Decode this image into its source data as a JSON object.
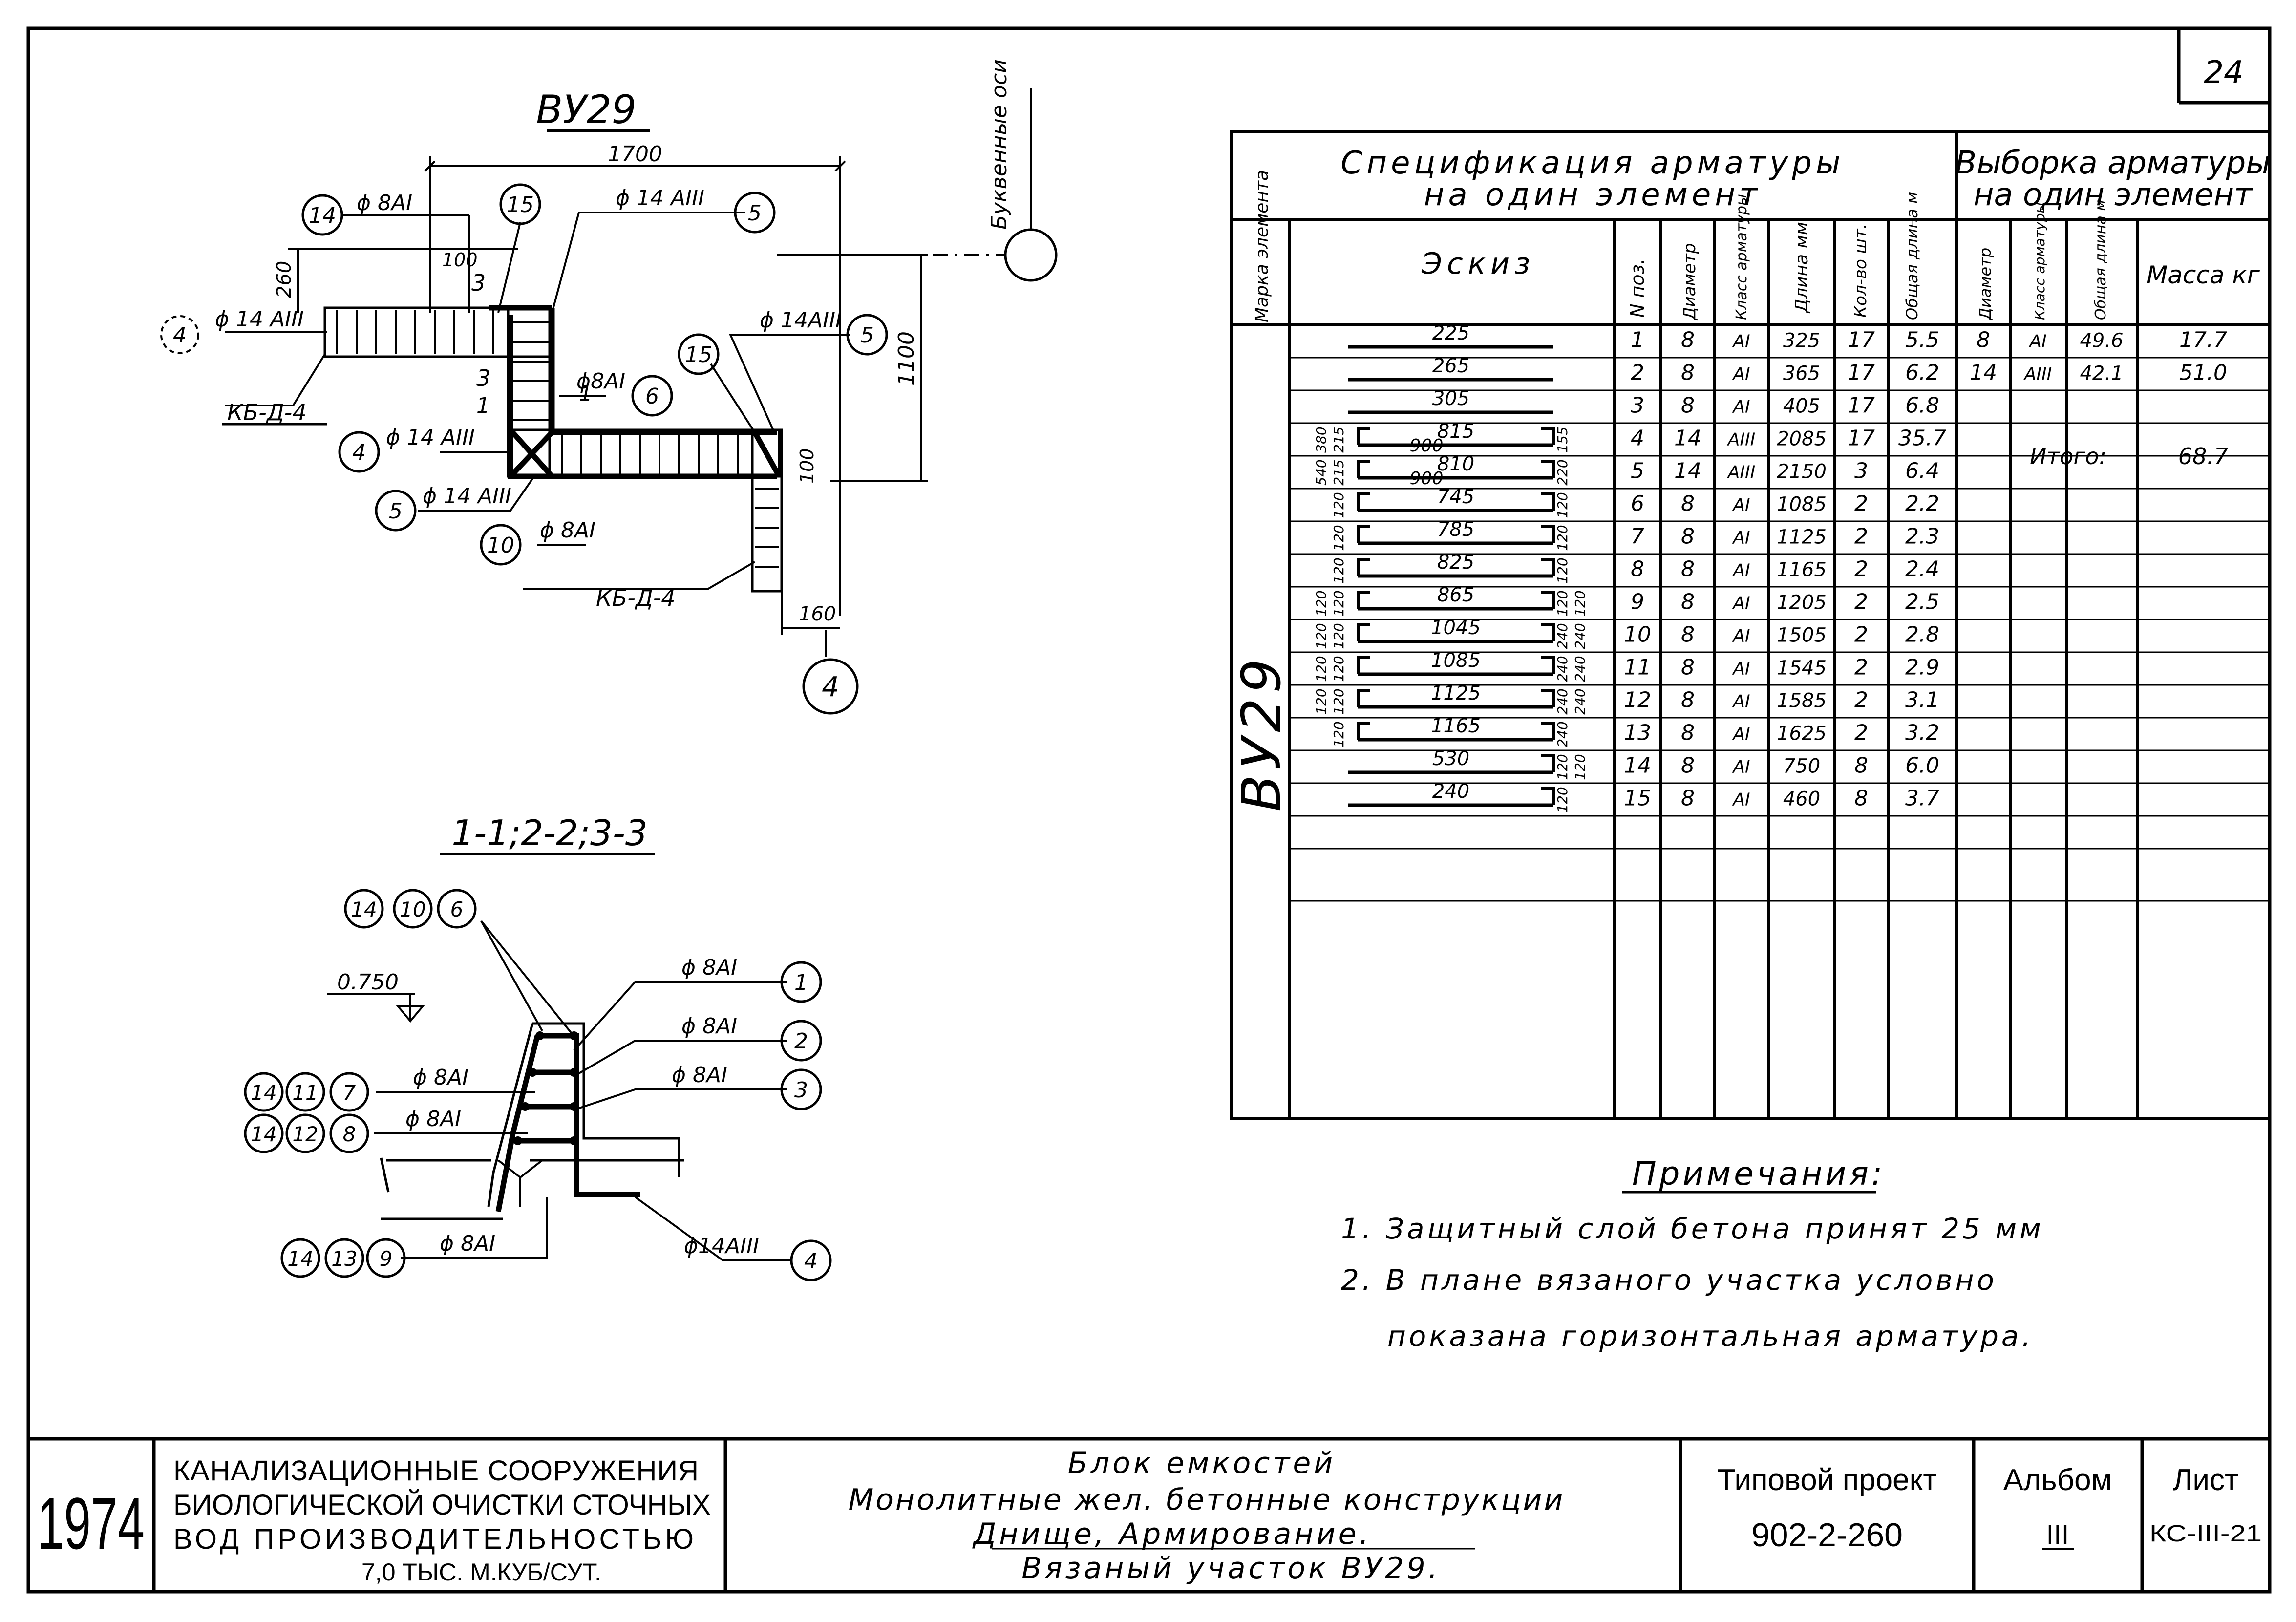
{
  "sheet_number": "24",
  "drawing": {
    "plan": {
      "title": "ВУ29",
      "axis_label": "Буквенные оси",
      "dims": {
        "width": "1700",
        "height": "1100",
        "d260": "260",
        "d100": "100",
        "d100b": "100",
        "d160": "160",
        "d3a": "3",
        "d3b": "3",
        "d1a": "1",
        "d1b": "1"
      },
      "callouts": [
        {
          "n": "14",
          "text": "ϕ 8AI"
        },
        {
          "n": "15",
          "text": ""
        },
        {
          "n": "5",
          "text": "ϕ 14 AIII"
        },
        {
          "n": "4",
          "text": "ϕ 14 AIII"
        },
        {
          "n": "6",
          "text": "ϕ8AI"
        },
        {
          "n": "15",
          "text": ""
        },
        {
          "n": "5",
          "text": "ϕ 14AIII"
        },
        {
          "n": "4",
          "text": "ϕ 14 AIII"
        },
        {
          "n": "5",
          "text": "ϕ 14 AIII"
        },
        {
          "n": "10",
          "text": "ϕ 8AI"
        },
        {
          "n": "4",
          "text": ""
        }
      ],
      "labels": [
        "КБ-Д-4",
        "КБ-Д-4"
      ]
    },
    "section": {
      "title": "1-1;2-2;3-3",
      "level": "0.750",
      "callouts": [
        {
          "n": "1",
          "text": "ϕ 8AI"
        },
        {
          "n": "2",
          "text": "ϕ 8AI"
        },
        {
          "n": "3",
          "text": "ϕ 8AI"
        },
        {
          "n": "4",
          "text": "ϕ14AIII"
        }
      ],
      "groups": [
        {
          "circles": [
            "14",
            "10",
            "6"
          ],
          "text": ""
        },
        {
          "circles": [
            "14",
            "11",
            "7"
          ],
          "text": "ϕ 8AI"
        },
        {
          "circles": [
            "14",
            "12",
            "8"
          ],
          "text": "ϕ 8AI"
        },
        {
          "circles": [
            "14",
            "13",
            "9"
          ],
          "text": "ϕ 8AI"
        }
      ]
    }
  },
  "spec_table": {
    "title_left": [
      "Спецификация арматуры",
      "на один элемент"
    ],
    "title_right": [
      "Выборка арматуры",
      "на один элемент"
    ],
    "headers": {
      "mark": "Марка элемента",
      "sketch": "Эскиз",
      "pos": "N поз.",
      "diam": "Диаметр",
      "class": "Класс арматуры",
      "length": "Длина мм",
      "qty": "Кол-во шт.",
      "total": "Общая длина м",
      "s_diam": "Диаметр",
      "s_class": "Класс арматуры",
      "s_total": "Общая длина м",
      "s_mass": "Масса кг"
    },
    "element_mark": "ВУ29",
    "rows": [
      {
        "sketch": {
          "main": "225",
          "left": [],
          "right": []
        },
        "pos": "1",
        "diam": "8",
        "cls": "AI",
        "len": "325",
        "qty": "17",
        "total": "5.5"
      },
      {
        "sketch": {
          "main": "265",
          "left": [],
          "right": []
        },
        "pos": "2",
        "diam": "8",
        "cls": "AI",
        "len": "365",
        "qty": "17",
        "total": "6.2"
      },
      {
        "sketch": {
          "main": "305",
          "left": [],
          "right": []
        },
        "pos": "3",
        "diam": "8",
        "cls": "AI",
        "len": "405",
        "qty": "17",
        "total": "6.8"
      },
      {
        "sketch": {
          "main": "815",
          "sub": "900",
          "left": [
            "215",
            "380"
          ],
          "right": [
            "155"
          ]
        },
        "pos": "4",
        "diam": "14",
        "cls": "AIII",
        "len": "2085",
        "qty": "17",
        "total": "35.7"
      },
      {
        "sketch": {
          "main": "810",
          "sub": "900",
          "left": [
            "215",
            "540"
          ],
          "right": [
            "220"
          ]
        },
        "pos": "5",
        "diam": "14",
        "cls": "AIII",
        "len": "2150",
        "qty": "3",
        "total": "6.4"
      },
      {
        "sketch": {
          "main": "745",
          "left": [
            "120"
          ],
          "right": [
            "120"
          ]
        },
        "pos": "6",
        "diam": "8",
        "cls": "AI",
        "len": "1085",
        "qty": "2",
        "total": "2.2"
      },
      {
        "sketch": {
          "main": "785",
          "left": [
            "120"
          ],
          "right": [
            "120"
          ]
        },
        "pos": "7",
        "diam": "8",
        "cls": "AI",
        "len": "1125",
        "qty": "2",
        "total": "2.3"
      },
      {
        "sketch": {
          "main": "825",
          "left": [
            "120"
          ],
          "right": [
            "120"
          ]
        },
        "pos": "8",
        "diam": "8",
        "cls": "AI",
        "len": "1165",
        "qty": "2",
        "total": "2.4"
      },
      {
        "sketch": {
          "main": "865",
          "left": [
            "120",
            "120"
          ],
          "right": [
            "120",
            "120"
          ]
        },
        "pos": "9",
        "diam": "8",
        "cls": "AI",
        "len": "1205",
        "qty": "2",
        "total": "2.5"
      },
      {
        "sketch": {
          "main": "1045",
          "left": [
            "120",
            "120"
          ],
          "right": [
            "240",
            "240"
          ]
        },
        "pos": "10",
        "diam": "8",
        "cls": "AI",
        "len": "1505",
        "qty": "2",
        "total": "2.8"
      },
      {
        "sketch": {
          "main": "1085",
          "left": [
            "120",
            "120"
          ],
          "right": [
            "240",
            "240"
          ]
        },
        "pos": "11",
        "diam": "8",
        "cls": "AI",
        "len": "1545",
        "qty": "2",
        "total": "2.9"
      },
      {
        "sketch": {
          "main": "1125",
          "left": [
            "120",
            "120"
          ],
          "right": [
            "240",
            "240"
          ]
        },
        "pos": "12",
        "diam": "8",
        "cls": "AI",
        "len": "1585",
        "qty": "2",
        "total": "3.1"
      },
      {
        "sketch": {
          "main": "1165",
          "left": [
            "120"
          ],
          "right": [
            "240"
          ]
        },
        "pos": "13",
        "diam": "8",
        "cls": "AI",
        "len": "1625",
        "qty": "2",
        "total": "3.2"
      },
      {
        "sketch": {
          "main": "530",
          "left": [],
          "right": [
            "120",
            "120"
          ]
        },
        "pos": "14",
        "diam": "8",
        "cls": "AI",
        "len": "750",
        "qty": "8",
        "total": "6.0"
      },
      {
        "sketch": {
          "main": "240",
          "left": [],
          "right": [
            "120"
          ]
        },
        "pos": "15",
        "diam": "8",
        "cls": "AI",
        "len": "460",
        "qty": "8",
        "total": "3.7"
      }
    ],
    "summary": [
      {
        "diam": "8",
        "cls": "AI",
        "total": "49.6",
        "mass": "17.7"
      },
      {
        "diam": "14",
        "cls": "AIII",
        "total": "42.1",
        "mass": "51.0"
      }
    ],
    "total_label": "Итого:",
    "total_mass": "68.7"
  },
  "notes": {
    "title": "Примечания:",
    "items": [
      "1.  Защитный слой бетона принят 25 мм",
      "2.  В плане вязаного участка условно",
      "показана горизонтальная арматура."
    ]
  },
  "title_block": {
    "year": "1974",
    "org": [
      "КАНАЛИЗАЦИОННЫЕ СООРУЖЕНИЯ",
      "БИОЛОГИЧЕСКОЙ ОЧИСТКИ СТОЧНЫХ",
      "ВОД ПРОИЗВОДИТЕЛЬНОСТЬЮ",
      "7,0 ТЫС. М.КУБ/СУТ."
    ],
    "desc": [
      "Блок емкостей",
      "Монолитные жел. бетонные конструкции",
      "Днище, Армирование.",
      "Вязаный участок ВУ29."
    ],
    "project_label": "Типовой проект",
    "project_no": "902-2-260",
    "album_label": "Альбом",
    "album_no": "III",
    "sheet_label": "Лист",
    "sheet_no": "КС-III-21"
  }
}
